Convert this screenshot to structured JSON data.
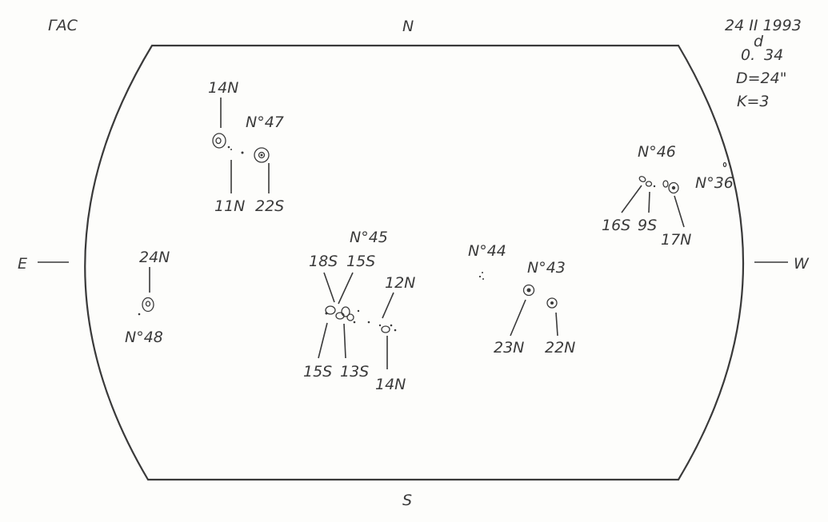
{
  "header": {
    "observatory": "ГАС",
    "date": "24 II 1993",
    "time_main": "0.",
    "time_sup": "d",
    "time_frac": "34",
    "diameter": "D=24\"",
    "k_value": "K=3"
  },
  "directions": {
    "north": "N",
    "south": "S",
    "east": "E",
    "west": "W"
  },
  "groups": {
    "g47": {
      "number": "N°47",
      "labels": [
        "14N",
        "11N",
        "22S"
      ]
    },
    "g48": {
      "number": "N°48",
      "labels": [
        "24N"
      ]
    },
    "g45": {
      "number": "N°45",
      "labels": [
        "18S",
        "15S",
        "12N",
        "15S",
        "13S",
        "14N"
      ]
    },
    "g44": {
      "number": "N°44",
      "labels": []
    },
    "g43": {
      "number": "N°43",
      "labels": [
        "23N",
        "22N"
      ]
    },
    "g46": {
      "number": "N°46",
      "labels": [
        "16S",
        "9S",
        "17N"
      ]
    },
    "g36": {
      "number": "N°36",
      "labels": []
    }
  }
}
